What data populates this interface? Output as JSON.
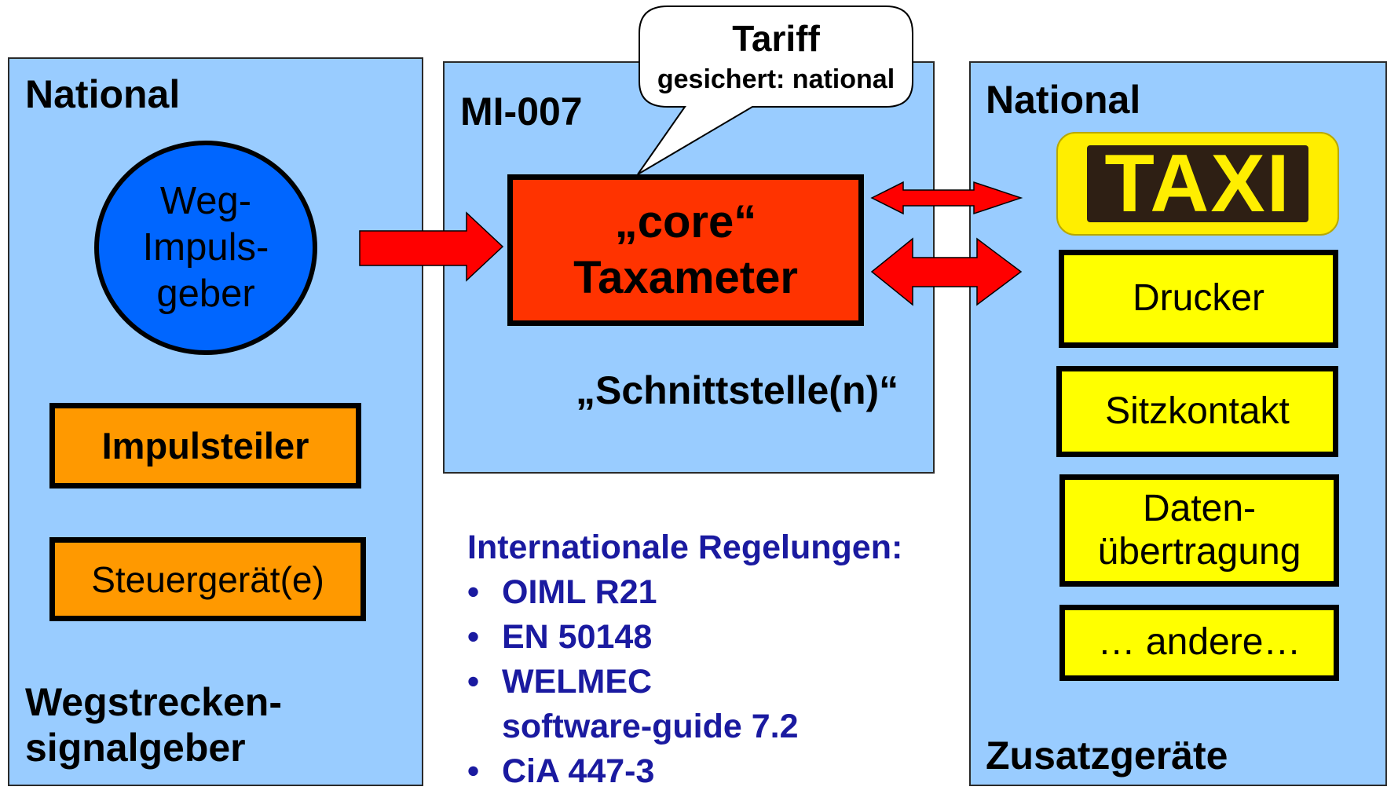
{
  "left_panel": {
    "title": "National",
    "circle_lines": [
      "Weg-",
      "Impuls-",
      "geber"
    ],
    "box1": "Impulsteiler",
    "box2": "Steuergerät(e)",
    "footer_lines": [
      "Wegstrecken-",
      "signalgeber"
    ]
  },
  "middle_panel": {
    "title": "MI-007",
    "core_lines": [
      "„core“",
      "Taxameter"
    ],
    "interface": "„Schnittstelle(n)“"
  },
  "callout": {
    "title": "Tariff",
    "subtitle": "gesichert: national"
  },
  "right_panel": {
    "title": "National",
    "taxi_sign": "TAXI",
    "devices": [
      {
        "lines": [
          "Drucker"
        ]
      },
      {
        "lines": [
          "Sitzkontakt"
        ]
      },
      {
        "lines": [
          "Daten-",
          "übertragung"
        ]
      },
      {
        "lines": [
          "… andere…"
        ]
      }
    ],
    "footer": "Zusatzgeräte"
  },
  "regulations": {
    "heading": "Internationale Regelungen:",
    "bullet": "•",
    "items": [
      {
        "lines": [
          "OIML R21"
        ]
      },
      {
        "lines": [
          "EN 50148"
        ]
      },
      {
        "lines": [
          "WELMEC",
          "software-guide 7.2"
        ]
      },
      {
        "lines": [
          "CiA 447-3"
        ]
      }
    ]
  },
  "colors": {
    "panel": "#99ccff",
    "arrow": "#ff0000",
    "core": "#ff3300",
    "orange_box": "#ff9900",
    "yellow_box": "#ffff00",
    "circle": "#0066ff",
    "regulations_text": "#1a1aa0"
  }
}
